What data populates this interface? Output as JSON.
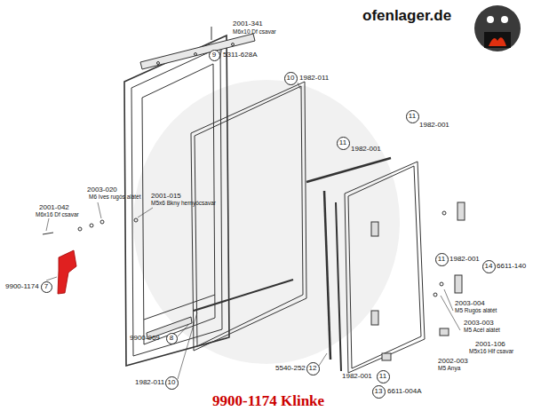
{
  "diagram": {
    "caption": "9900-1174 Klinke",
    "nodes": [
      {
        "text": [
          "9"
        ]
      },
      {
        "text": [
          "10"
        ]
      },
      {
        "text": [
          "11"
        ]
      },
      {
        "text": [
          "11"
        ]
      },
      {
        "text": [
          "7"
        ]
      },
      {
        "text": [
          "11"
        ]
      },
      {
        "text": [
          "14"
        ]
      },
      {
        "text": [
          "8"
        ]
      },
      {
        "text": [
          "10"
        ]
      },
      {
        "text": [
          "12"
        ]
      },
      {
        "text": [
          "11"
        ]
      },
      {
        "text": [
          "13"
        ]
      }
    ],
    "labels": [
      "ofenlager.de",
      "2001-341",
      "M6x10 Df csavar",
      "5311-628A",
      "1982-011",
      "1982-001",
      "1982-001",
      "2003-020",
      "M6 Ives rugós alátét",
      "2001-015",
      "M5x6 Bkny hernyócsavar",
      "2001-042",
      "M6x16 Df csavar",
      "9900-1174",
      "1982-001",
      "6611-140",
      "2003-004",
      "M5 Rugós alátét",
      "2003-003",
      "M5 Acél alátét",
      "2001-106",
      "M5x16 Hlf csavar",
      "9900-969",
      "1982-011",
      "5540-252",
      "1982-001",
      "2002-003",
      "M5 Anya",
      "6611-004A"
    ]
  }
}
